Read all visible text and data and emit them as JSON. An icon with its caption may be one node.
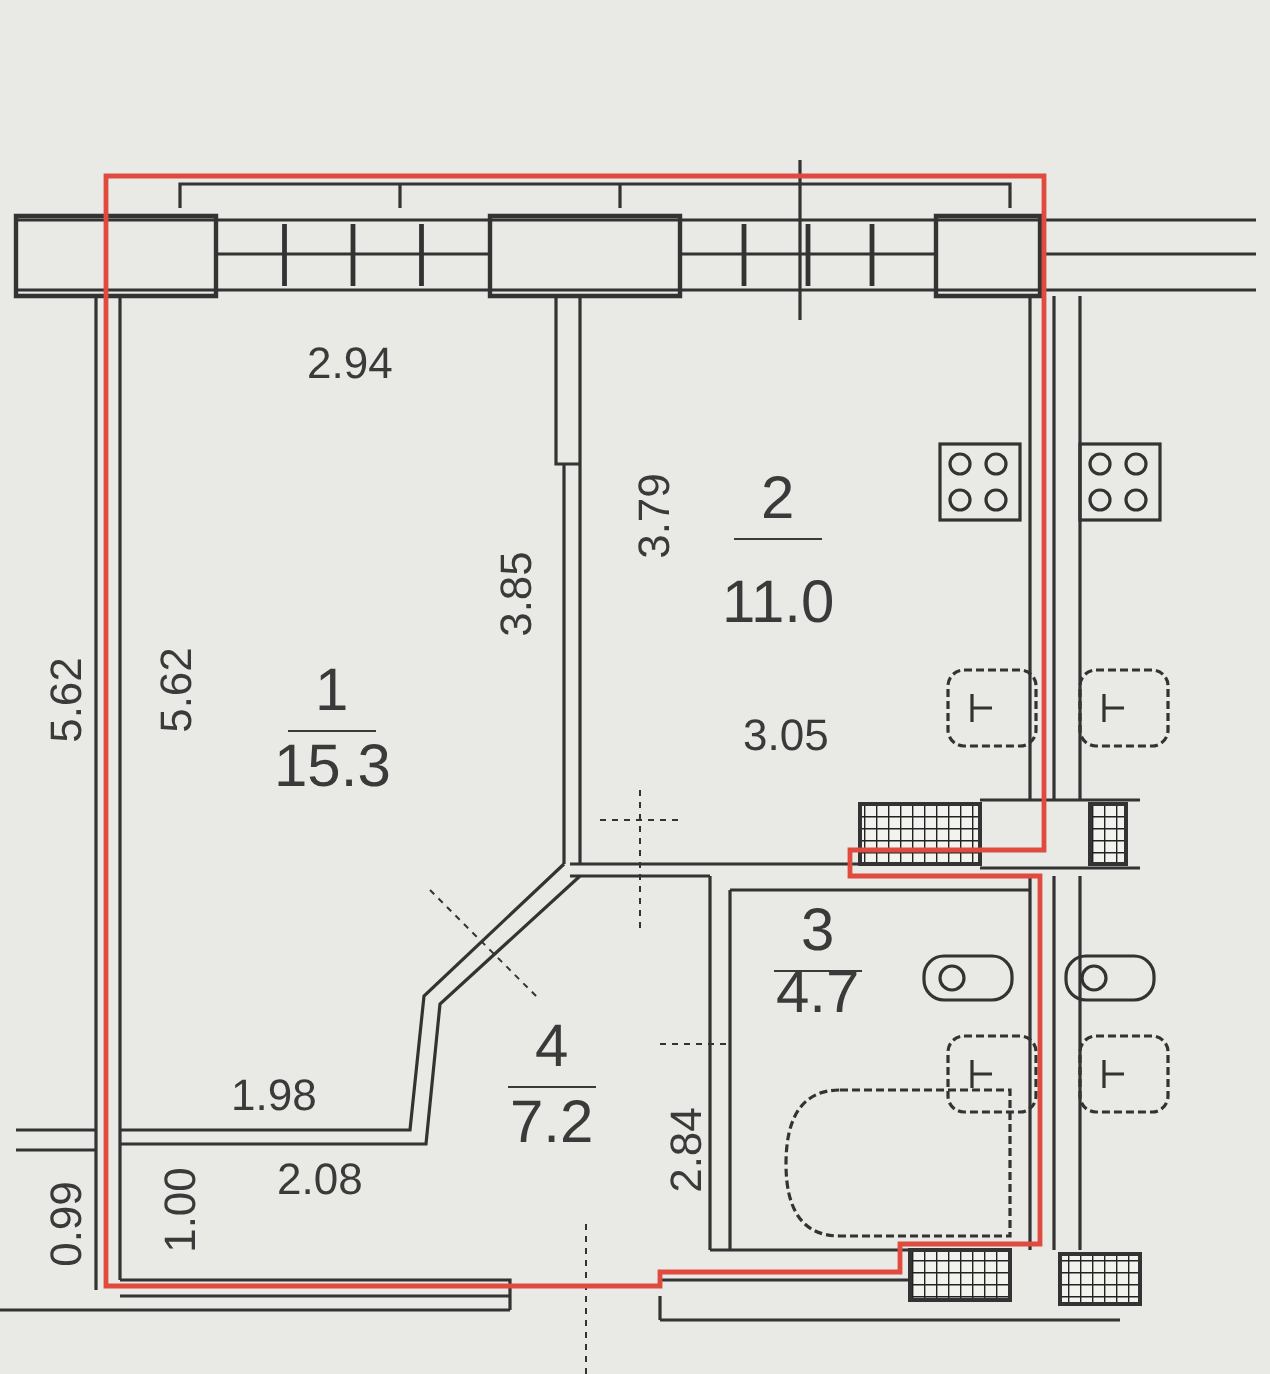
{
  "diagram": {
    "labels": [
      "2.94",
      "3.85",
      "3.79",
      "2",
      "11.0",
      "5.62",
      "5.62",
      "1",
      "15.3",
      "3.05",
      "3",
      "4.7",
      "1.98",
      "4",
      "7.2",
      "2.84",
      "2.08",
      "0.99",
      "1.00"
    ]
  }
}
